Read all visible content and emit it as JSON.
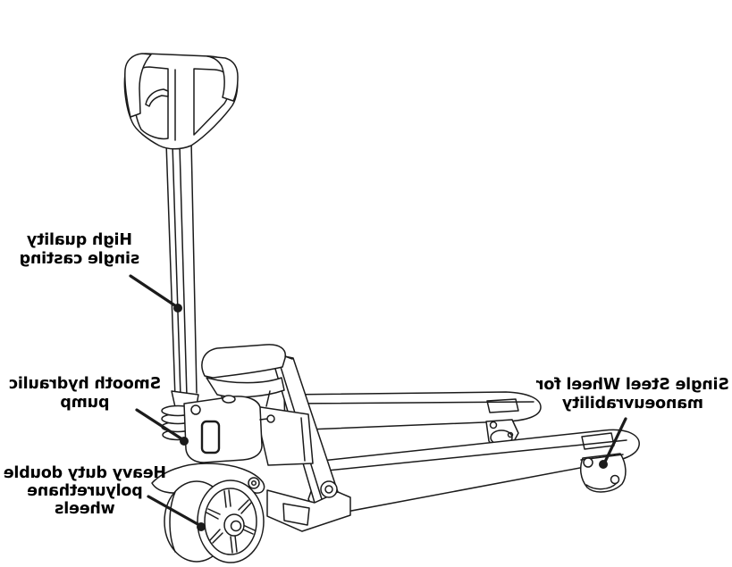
{
  "figure": {
    "title": "Hand pallet truck annotated line drawing",
    "type": "annotated-diagram",
    "orientation": "horizontally mirrored (all label text appears flipped)",
    "background_color": "#ffffff",
    "line_color": "#1b1b1b",
    "text_color": "#000000",
    "arrow_style": "thick leader line with round dot tip"
  },
  "labels": [
    {
      "id": "casting",
      "lines": [
        "High quality",
        "single casting"
      ],
      "text": "High quality single casting",
      "arrow_points_to": "steering shaft / single casting column"
    },
    {
      "id": "pump",
      "lines": [
        "Smooth hydraulic",
        "pump"
      ],
      "text": "Smooth hydraulic pump",
      "arrow_points_to": "hydraulic pump body"
    },
    {
      "id": "wheels",
      "lines": [
        "Heavy duty double",
        "polyurethane",
        "wheels"
      ],
      "text": "Heavy duty double polyurethane wheels",
      "arrow_points_to": "double polyurethane steer wheels"
    },
    {
      "id": "steel",
      "lines": [
        "Single Steel Wheel for",
        "manoeuvrability"
      ],
      "text": "Single Steel Wheel for manoeuvrability",
      "arrow_points_to": "single steel load wheel at fork tip"
    }
  ],
  "parts_depicted": [
    "handle loop with grips and release lever",
    "steering shaft (single casting)",
    "hydraulic pump unit with bellows",
    "chassis cover and support beam",
    "two forks with tip cut-outs",
    "tandem load roller under far fork",
    "single steel wheel under near fork tip",
    "double polyurethane spoked steer wheels"
  ]
}
